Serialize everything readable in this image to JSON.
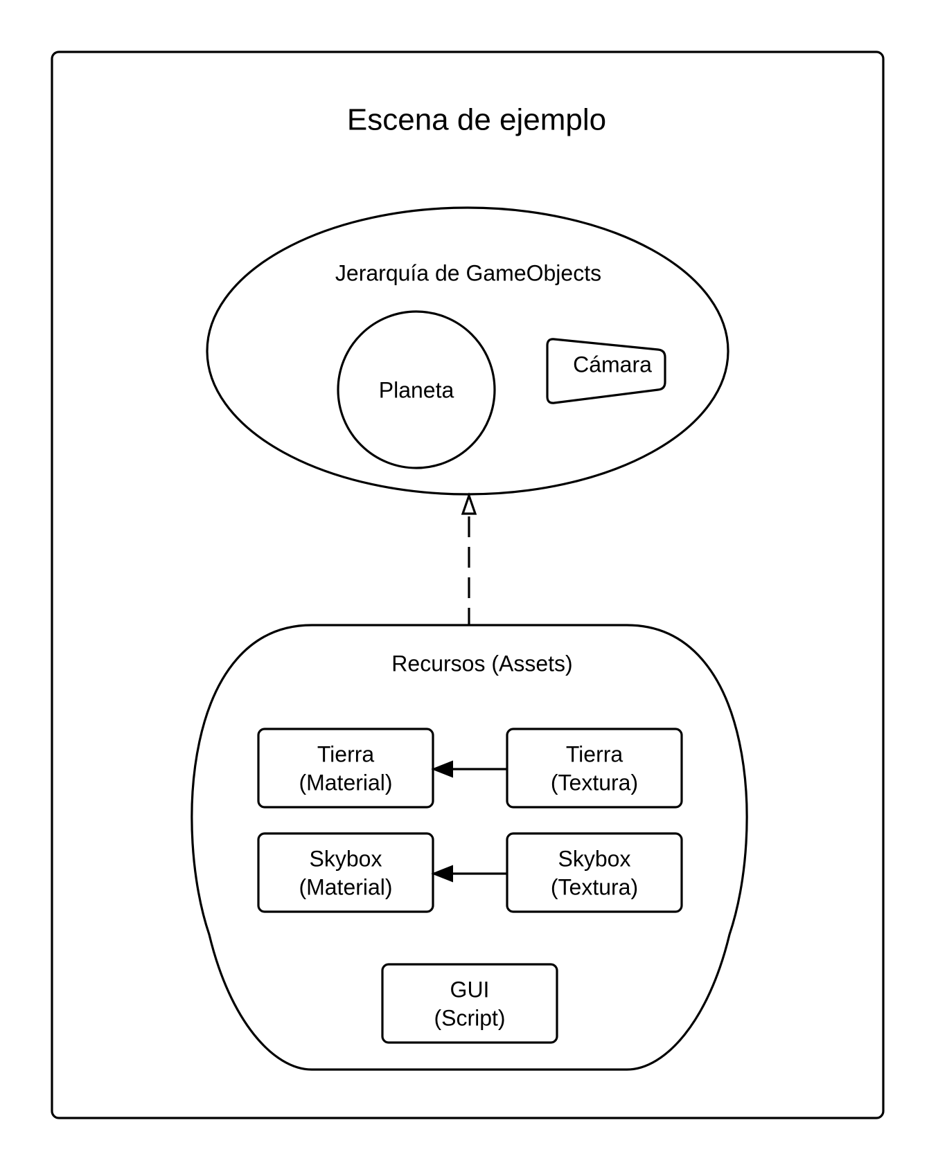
{
  "diagram": {
    "title": "Escena de ejemplo",
    "hierarchy": {
      "label": "Jerarquía de GameObjects",
      "planet": "Planeta",
      "camera": "Cámara"
    },
    "assets": {
      "label": "Recursos (Assets)",
      "items": [
        {
          "line1": "Tierra",
          "line2": "(Material)"
        },
        {
          "line1": "Tierra",
          "line2": "(Textura)"
        },
        {
          "line1": "Skybox",
          "line2": "(Material)"
        },
        {
          "line1": "Skybox",
          "line2": "(Textura)"
        },
        {
          "line1": "GUI",
          "line2": "(Script)"
        }
      ]
    },
    "edges": [
      {
        "from": "assets",
        "to": "hierarchy",
        "style": "dashed",
        "arrow": "hollow-triangle"
      },
      {
        "from": "tierra-textura",
        "to": "tierra-material",
        "style": "solid",
        "arrow": "filled-triangle"
      },
      {
        "from": "skybox-textura",
        "to": "skybox-material",
        "style": "solid",
        "arrow": "filled-triangle"
      }
    ]
  }
}
